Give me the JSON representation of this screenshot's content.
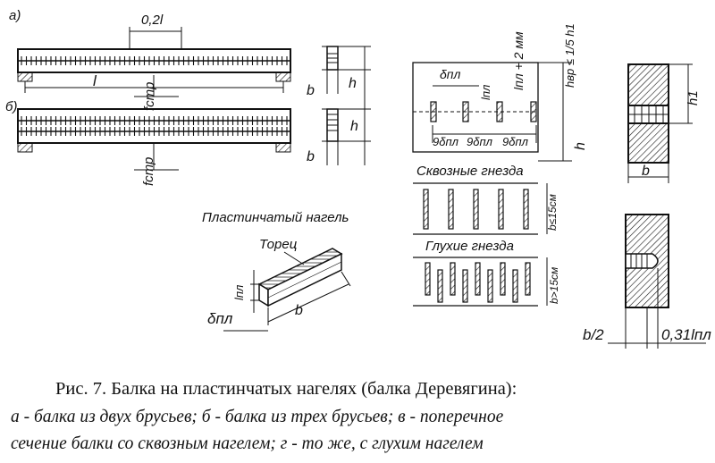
{
  "figure": {
    "label_a": "а)",
    "label_b": "б)",
    "dim_02l": "0,2l",
    "dim_l": "l",
    "f_str_1": "fстр",
    "f_str_2": "fстр",
    "sec_b_1": "b",
    "sec_h_1": "h",
    "sec_b_2": "b",
    "sec_h_2": "h",
    "delta_pl": "δпл",
    "l_pl": "lпл",
    "nine_delta_1": "9δпл",
    "nine_delta_2": "9δпл",
    "nine_delta_3": "9δпл",
    "lpl_plus_2mm": "lпл + 2 мм",
    "h_side": "h",
    "h_vr": "hвр ≤ 1/5 h1",
    "h1": "h1",
    "b_cross": "b",
    "through_slots": "Сквозные гнезда",
    "blind_slots": "Глухие гнезда",
    "b_le_15": "b≤15см",
    "b_ge_15": "b>15см",
    "plate_dowel": "Пластинчатый нагель",
    "end_face": "Торец",
    "plate_b": "b",
    "plate_lpl": "lпл",
    "plate_delta": "δпл",
    "half_b": "b/2",
    "zero31_lpl": "0,31lпл"
  },
  "caption": {
    "title": "Рис. 7. Балка на пластинчатых нагелях (балка Деревягина):",
    "line1": "а - балка из двух брусьев; б - балка из трех брусьев; в - поперечное",
    "line2": "сечение балки со сквозным нагелем; г - то же, с глухим нагелем"
  }
}
